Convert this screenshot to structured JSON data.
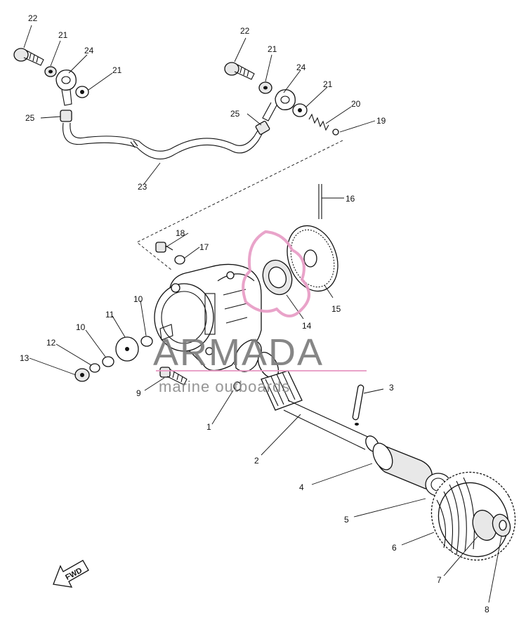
{
  "diagram": {
    "labels": {
      "p1": "1",
      "p2": "2",
      "p3": "3",
      "p4": "4",
      "p5": "5",
      "p6": "6",
      "p7": "7",
      "p8": "8",
      "p9": "9",
      "p10a": "10",
      "p10b": "10",
      "p11": "11",
      "p12": "12",
      "p13": "13",
      "p14": "14",
      "p15": "15",
      "p16": "16",
      "p17": "17",
      "p18": "18",
      "p19": "19",
      "p20": "20",
      "p21a": "21",
      "p21b": "21",
      "p21c": "21",
      "p21d": "21",
      "p22a": "22",
      "p22b": "22",
      "p23": "23",
      "p24a": "24",
      "p24b": "24",
      "p25a": "25",
      "p25b": "25"
    },
    "watermark": {
      "main": "ARMADA",
      "sub": "marine outboards"
    },
    "fwd": "FWD"
  }
}
